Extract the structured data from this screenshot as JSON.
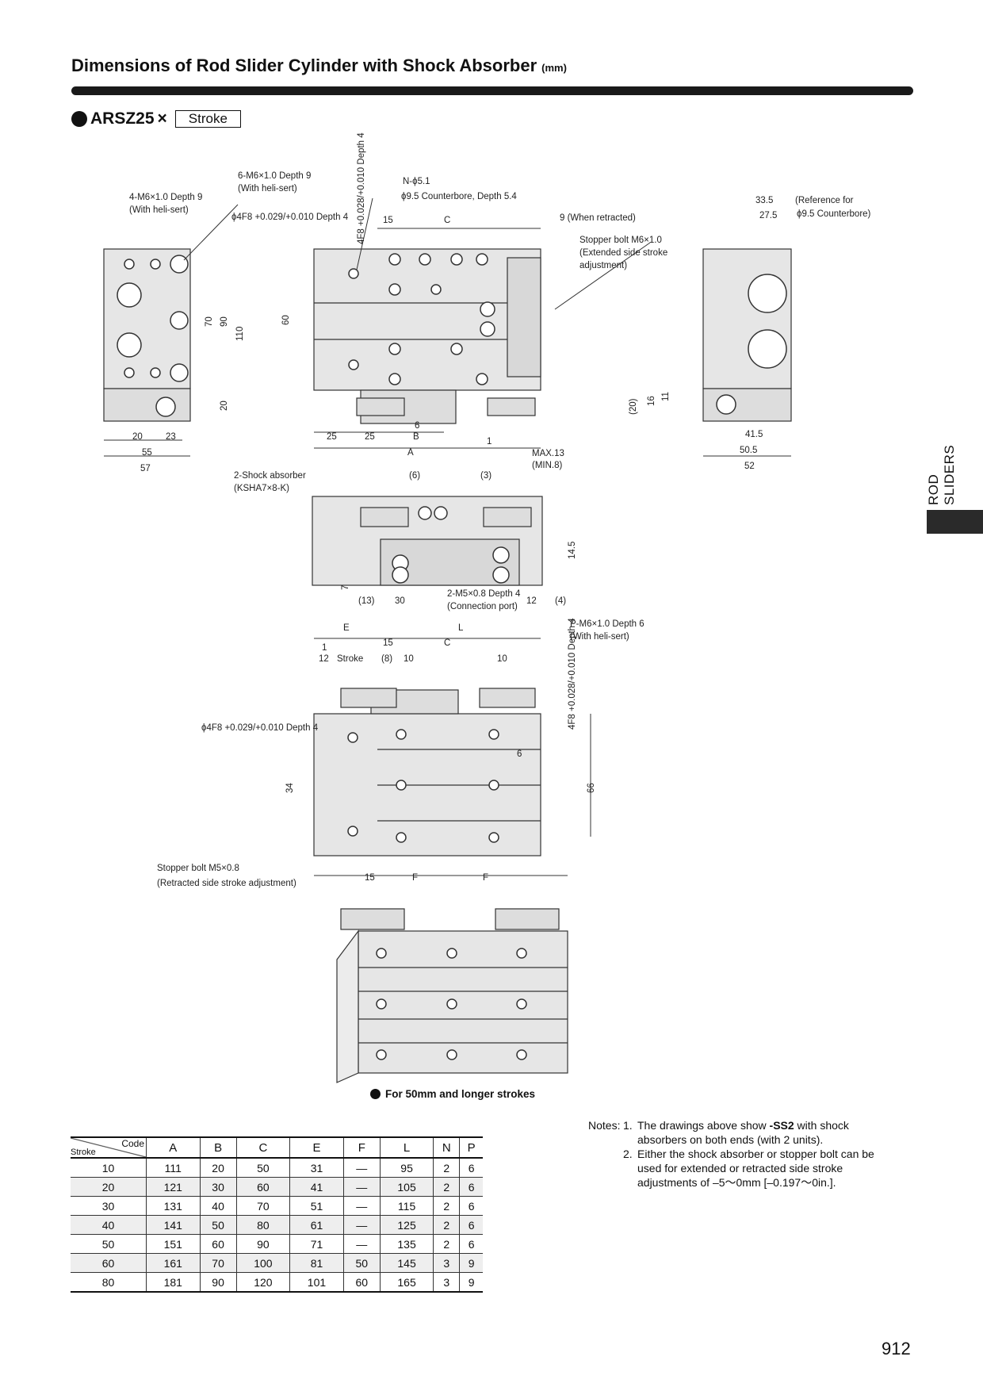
{
  "header": {
    "title": "Dimensions of Rod Slider Cylinder with Shock Absorber",
    "unit": "(mm)",
    "model": "ARSZ25",
    "times": "×",
    "stroke_box": "Stroke"
  },
  "side_tab": {
    "label": "ROD SLIDERS"
  },
  "labels": {
    "tap_left": "4-M6×1.0 Depth 9",
    "tap_left_sub": "(With heli-sert)",
    "tap_top": "6-M6×1.0 Depth 9",
    "tap_top_sub": "(With heli-sert)",
    "pin_hole": "ϕ4F8 +0.029/+0.010 Depth 4",
    "pin_hole_vert": "4F8 +0.028/+0.010 Depth 4",
    "n_hole": "N-ϕ5.1",
    "counterbore": "ϕ9.5 Counterbore, Depth 5.4",
    "when_retracted": "9 (When retracted)",
    "stopper_ext": "Stopper bolt M6×1.0",
    "stopper_ext_sub1": "(Extended side stroke",
    "stopper_ext_sub2": "adjustment)",
    "ref_cb1": "(Reference for",
    "ref_cb2": "ϕ9.5 Counterbore)",
    "shock": "2-Shock absorber",
    "shock_sub": "(KSHA7×8-K)",
    "port": "2-M5×0.8 Depth 4",
    "port_sub": "(Connection port)",
    "p_tap": "P-M6×1.0 Depth 6",
    "p_tap_sub": "(With heli-sert)",
    "pin_hole2": "ϕ4F8 +0.029/+0.010 Depth 4",
    "stopper_ret": "Stopper bolt M5×0.8",
    "stopper_ret_sub": "(Retracted side stroke adjustment)",
    "max13": "MAX.13",
    "min8": "(MIN.8)",
    "stroke": "Stroke"
  },
  "dims": {
    "d15": "15",
    "C": "C",
    "d70": "70",
    "d90": "90",
    "d110": "110",
    "d20v": "20",
    "d60": "60",
    "d20": "20",
    "d23": "23",
    "d55": "55",
    "d57": "57",
    "d25a": "25",
    "d25b": "25",
    "B": "B",
    "A": "A",
    "d6": "6",
    "d1": "1",
    "d33_5": "33.5",
    "d27_5": "27.5",
    "d20p": "(20)",
    "d16": "16",
    "d11": "11",
    "d41_5": "41.5",
    "d50_5": "50.5",
    "d52": "52",
    "p6": "(6)",
    "p3": "(3)",
    "d14_5": "14.5",
    "d7": "7",
    "p13": "(13)",
    "d30": "30",
    "d12": "12",
    "p4": "(4)",
    "E": "E",
    "L": "L",
    "d1b": "1",
    "d12b": "12",
    "p8": "(8)",
    "d10a": "10",
    "d10b": "10",
    "d15b": "15",
    "Cb": "C",
    "d6b": "6",
    "d34": "34",
    "d66": "66",
    "d15c": "15",
    "F1": "F",
    "F2": "F"
  },
  "caption": "For 50mm and longer strokes",
  "table": {
    "corner_code": "Code",
    "corner_stroke": "Stroke",
    "columns": [
      "A",
      "B",
      "C",
      "E",
      "F",
      "L",
      "N",
      "P"
    ],
    "rows": [
      {
        "stroke": "10",
        "cells": [
          "111",
          "20",
          "50",
          "31",
          "—",
          "95",
          "2",
          "6"
        ]
      },
      {
        "stroke": "20",
        "cells": [
          "121",
          "30",
          "60",
          "41",
          "—",
          "105",
          "2",
          "6"
        ]
      },
      {
        "stroke": "30",
        "cells": [
          "131",
          "40",
          "70",
          "51",
          "—",
          "115",
          "2",
          "6"
        ]
      },
      {
        "stroke": "40",
        "cells": [
          "141",
          "50",
          "80",
          "61",
          "—",
          "125",
          "2",
          "6"
        ]
      },
      {
        "stroke": "50",
        "cells": [
          "151",
          "60",
          "90",
          "71",
          "—",
          "135",
          "2",
          "6"
        ]
      },
      {
        "stroke": "60",
        "cells": [
          "161",
          "70",
          "100",
          "81",
          "50",
          "145",
          "3",
          "9"
        ]
      },
      {
        "stroke": "80",
        "cells": [
          "181",
          "90",
          "120",
          "101",
          "60",
          "165",
          "3",
          "9"
        ]
      }
    ]
  },
  "notes": {
    "lead": "Notes:",
    "items": [
      {
        "num": "1.",
        "pre": "The drawings above show ",
        "bold": "-SS2",
        "post": " with shock absorbers on both ends (with 2 units)."
      },
      {
        "num": "2.",
        "pre": "Either the shock absorber or stopper bolt can be used for extended or retracted side stroke adjustments of –5～0mm [–0.197～0in.].",
        "bold": "",
        "post": ""
      }
    ]
  },
  "page_number": "912"
}
